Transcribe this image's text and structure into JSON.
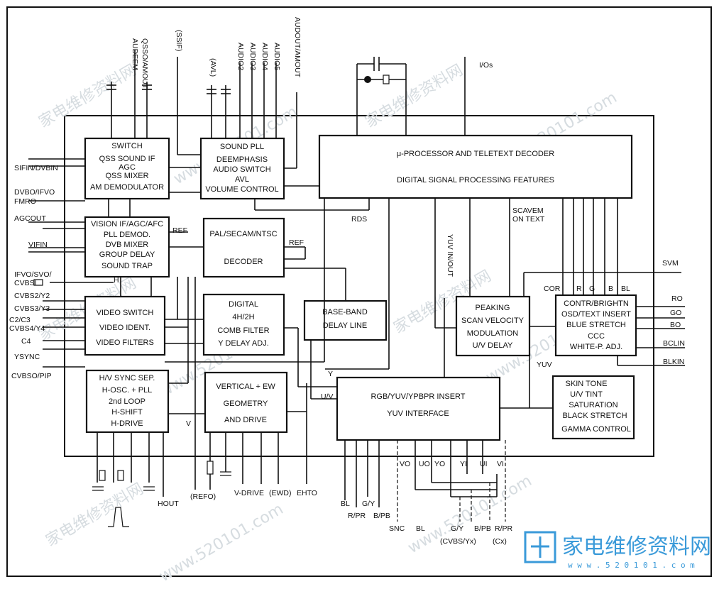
{
  "blocks": {
    "switch": [
      "SWITCH",
      "QSS SOUND IF",
      "AGC",
      "QSS MIXER",
      "AM DEMODULATOR"
    ],
    "sound_pll": [
      "SOUND PLL",
      "DEEMPHASIS",
      "AUDIO SWITCH",
      "AVL",
      "VOLUME CONTROL"
    ],
    "processor": [
      "μ-PROCESSOR AND TELETEXT DECODER",
      "DIGITAL SIGNAL PROCESSING FEATURES"
    ],
    "vision_if": [
      "VISION IF/AGC/AFC",
      "PLL DEMOD.",
      "DVB MIXER",
      "GROUP DELAY",
      "SOUND TRAP"
    ],
    "pal_decoder": [
      "PAL/SECAM/NTSC",
      "DECODER"
    ],
    "video_switch": [
      "VIDEO SWITCH",
      "VIDEO IDENT.",
      "VIDEO FILTERS"
    ],
    "comb_filter": [
      "DIGITAL",
      "4H/2H",
      "COMB FILTER",
      "Y DELAY ADJ."
    ],
    "baseband": [
      "BASE-BAND",
      "DELAY LINE"
    ],
    "peaking": [
      "PEAKING",
      "SCAN VELOCITY",
      "MODULATION",
      "U/V DELAY"
    ],
    "contrast": [
      "CONTR/BRIGHTN",
      "OSD/TEXT INSERT",
      "BLUE STRETCH",
      "CCC",
      "WHITE-P. ADJ."
    ],
    "hv_sync": [
      "H/V SYNC SEP.",
      "H-OSC. + PLL",
      "2nd LOOP",
      "H-SHIFT",
      "H-DRIVE"
    ],
    "vertical": [
      "VERTICAL + EW",
      "GEOMETRY",
      "AND DRIVE"
    ],
    "rgb_insert": [
      "RGB/YUV/YPBPR INSERT",
      "YUV INTERFACE"
    ],
    "skin_tone": [
      "SKIN TONE",
      "U/V TINT",
      "SATURATION",
      "BLACK STRETCH",
      "GAMMA CONTROL"
    ]
  },
  "pins": {
    "left": [
      "SIFIN/DVBIN",
      "DVBO/IFVO",
      "FMRO",
      "AGCOUT",
      "VIFIN",
      "IFVO/SVO/",
      "CVBSI",
      "CVBS2/Y2",
      "CVBS3/Y3",
      "C2/C3",
      "CVBS4/Y4",
      "C4",
      "YSYNC",
      "CVBSO/PIP"
    ],
    "top": [
      "QSSO/AMOUT",
      "AUDEEM",
      "(SSIF)",
      "(AVL)",
      "AUDIO2",
      "AUDIO3",
      "AUDIO4",
      "AUDIO5",
      "AUDOUT/AMOUT",
      "I/Os"
    ],
    "right": [
      "SVM",
      "RO",
      "GO",
      "BO",
      "BCLIN",
      "BLKIN"
    ],
    "bottom": [
      "HOUT",
      "(REFO)",
      "V-DRIVE",
      "(EWD)",
      "EHTO",
      "BL",
      "R/PR",
      "G/Y",
      "B/PB",
      "SNC",
      "BL",
      "G/Y",
      "B/PB",
      "R/PR",
      "(CVBS/Yx)",
      "(Cx)"
    ],
    "uv_labels": [
      "VO",
      "UO",
      "YO",
      "YI",
      "UI",
      "VI"
    ]
  },
  "signals": [
    "REF",
    "REF",
    "RDS",
    "YUV IN/OUT",
    "SCAVEM",
    "ON TEXT",
    "COR",
    "R",
    "G",
    "B",
    "BL",
    "YUV",
    "Y",
    "U/V",
    "V",
    "H"
  ],
  "watermark": {
    "diagonal_text": [
      "家电维修资料网",
      "www.520101.com"
    ],
    "logo_text": "家电维修资料网",
    "logo_url": "w w w . 5 2 0 1 0 1 . c o m"
  }
}
